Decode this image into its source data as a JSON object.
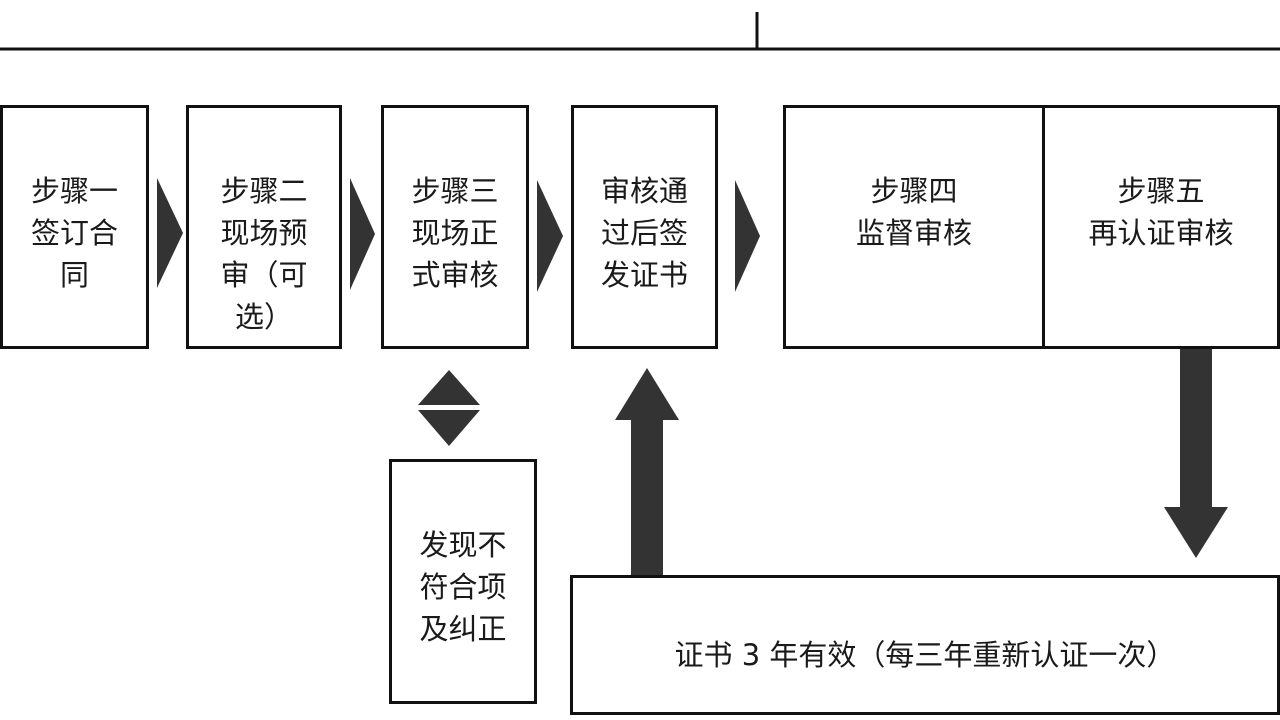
{
  "steps": {
    "step1": "步骤一\n签订合\n同",
    "step2": "步骤二\n现场预\n审（可\n选）",
    "step3": "步骤三\n现场正\n式审核",
    "certify": "审核通\n过后签\n发证书",
    "step4": "步骤四\n监督审核",
    "step5": "步骤五\n再认证审核"
  },
  "nonconformity": "发现不\n符合项\n及纠正",
  "validity": "证书 3 年有效（每三年重新认证一次）",
  "colors": {
    "stroke": "#111111",
    "arrow": "#333333",
    "background": "#ffffff"
  }
}
